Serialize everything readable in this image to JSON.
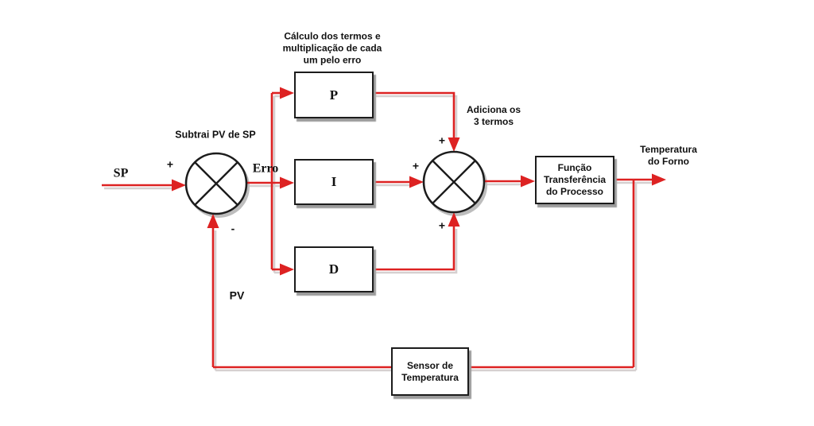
{
  "colors": {
    "line_red": "#dd2222",
    "block_border": "#1c1c1c",
    "block_shadow": "#9b9b9b",
    "text": "#111111",
    "background": "#ffffff"
  },
  "diagram": {
    "signals": {
      "sp": "SP",
      "erro": "Erro",
      "pv": "PV",
      "plus_sp": "+",
      "minus_pv": "-",
      "plus_p": "+",
      "plus_i": "+",
      "plus_d": "+"
    },
    "notes": {
      "subtract_note": "Subtrai PV de SP",
      "calc_note": "Cálculo dos termos e\nmultiplicação de cada\num pelo erro",
      "add_note": "Adiciona os\n3 termos",
      "output_label": "Temperatura\ndo Forno"
    },
    "blocks": {
      "p": "P",
      "i": "I",
      "d": "D",
      "transfer": "Função\nTransferência\ndo Processo",
      "sensor": "Sensor de\nTemperatura"
    }
  }
}
